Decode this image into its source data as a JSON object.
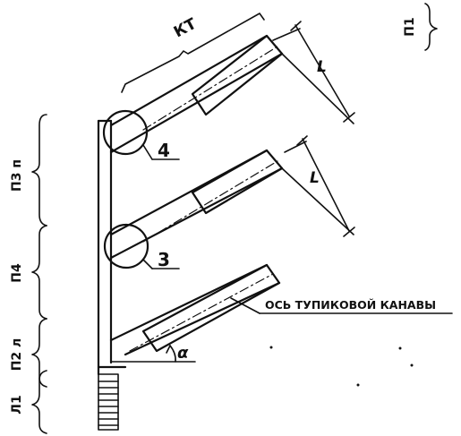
{
  "labels": {
    "group_label": "КТ",
    "callout_upper": "4",
    "callout_lower": "3",
    "spacing_upper": "L",
    "spacing_lower": "L",
    "axis_label": "ОСЬ ТУПИКОВОЙ КАНАВЫ",
    "angle_label": "α",
    "zone_p1": "П1",
    "zone_p3p": "П3 п",
    "zone_p4": "П4",
    "zone_p2l": "П2 л",
    "zone_l1": "Л1"
  }
}
